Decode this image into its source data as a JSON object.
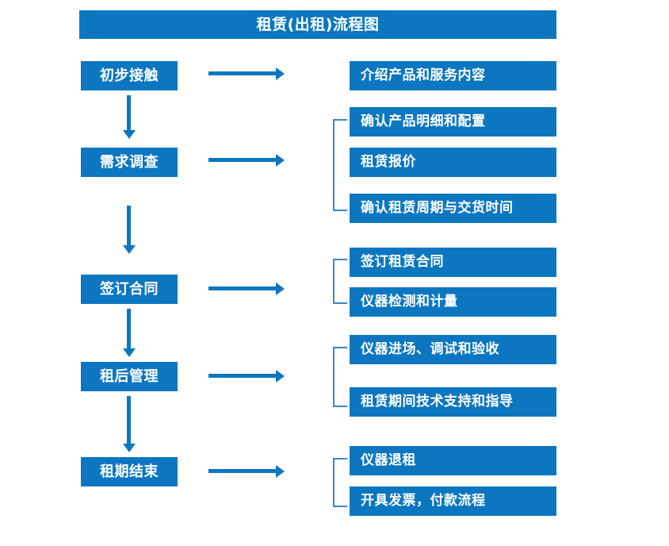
{
  "chart_data": {
    "type": "diagram",
    "title": "租赁(出租)流程图",
    "diagram_kind": "flowchart",
    "stages": [
      {
        "label": "初步接触",
        "details": [
          "介绍产品和服务内容"
        ]
      },
      {
        "label": "需求调查",
        "details": [
          "确认产品明细和配置",
          "租赁报价",
          "确认租赁周期与交货时间"
        ]
      },
      {
        "label": "签订合同",
        "details": [
          "签订租赁合同",
          "仪器检测和计量"
        ]
      },
      {
        "label": "租后管理",
        "details": [
          "仪器进场、调试和验收",
          "租赁期间技术支持和指导"
        ]
      },
      {
        "label": "租期结束",
        "details": [
          "仪器退租",
          "开具发票，付款流程"
        ]
      }
    ]
  },
  "colors": {
    "box_fill": "#0C77C0",
    "box_text": "#FFFFFF",
    "arrow": "#0C77C0",
    "bracket": "#3E86C6",
    "background": "#FFFFFF"
  },
  "title": {
    "text": "租赁(出租)流程图"
  },
  "stages": [
    {
      "label": "初步接触"
    },
    {
      "label": "需求调查"
    },
    {
      "label": "签订合同"
    },
    {
      "label": "租后管理"
    },
    {
      "label": "租期结束"
    }
  ],
  "details": [
    {
      "text": "介绍产品和服务内容"
    },
    {
      "text": "确认产品明细和配置"
    },
    {
      "text": "租赁报价"
    },
    {
      "text": "确认租赁周期与交货时间"
    },
    {
      "text": "签订租赁合同"
    },
    {
      "text": "仪器检测和计量"
    },
    {
      "text": "仪器进场、调试和验收"
    },
    {
      "text": "租赁期间技术支持和指导"
    },
    {
      "text": "仪器退租"
    },
    {
      "text": "开具发票，付款流程"
    }
  ]
}
